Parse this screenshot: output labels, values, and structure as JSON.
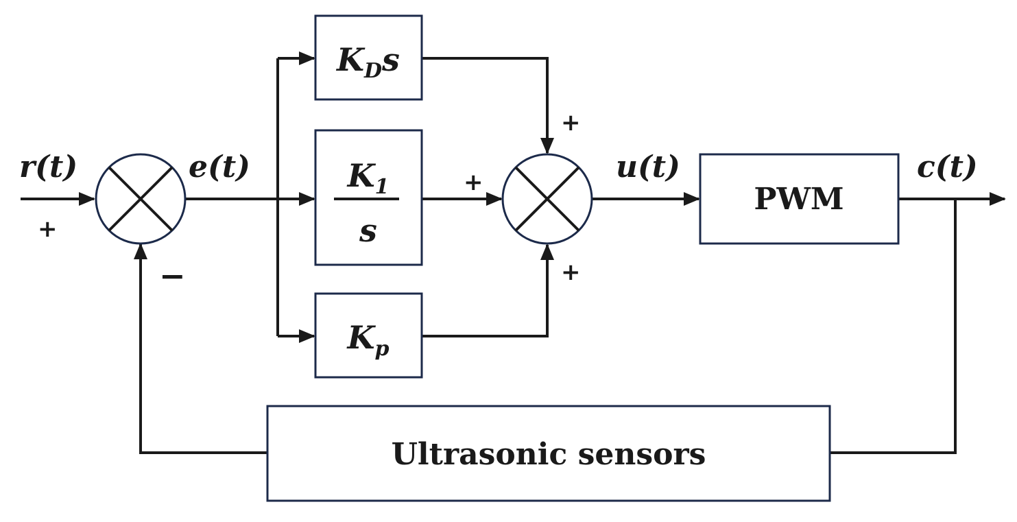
{
  "signals": {
    "reference": "r(t)",
    "error": "e(t)",
    "control": "u(t)",
    "output": "c(t)"
  },
  "signs": {
    "ref_in": "+",
    "feedback": "−",
    "derivative_in": "+",
    "integral_in": "+",
    "proportional_in": "+"
  },
  "blocks": {
    "derivative": {
      "main": "K",
      "sub": "D",
      "suffix": "s"
    },
    "integral": {
      "numerator_main": "K",
      "numerator_sub": "1",
      "denominator": "s"
    },
    "proportional": {
      "main": "K",
      "sub": "p"
    },
    "plant": "PWM",
    "sensor": "Ultrasonic sensors"
  },
  "colors": {
    "wire": "#1a1a1a",
    "block_border": "#1c2a4a"
  }
}
